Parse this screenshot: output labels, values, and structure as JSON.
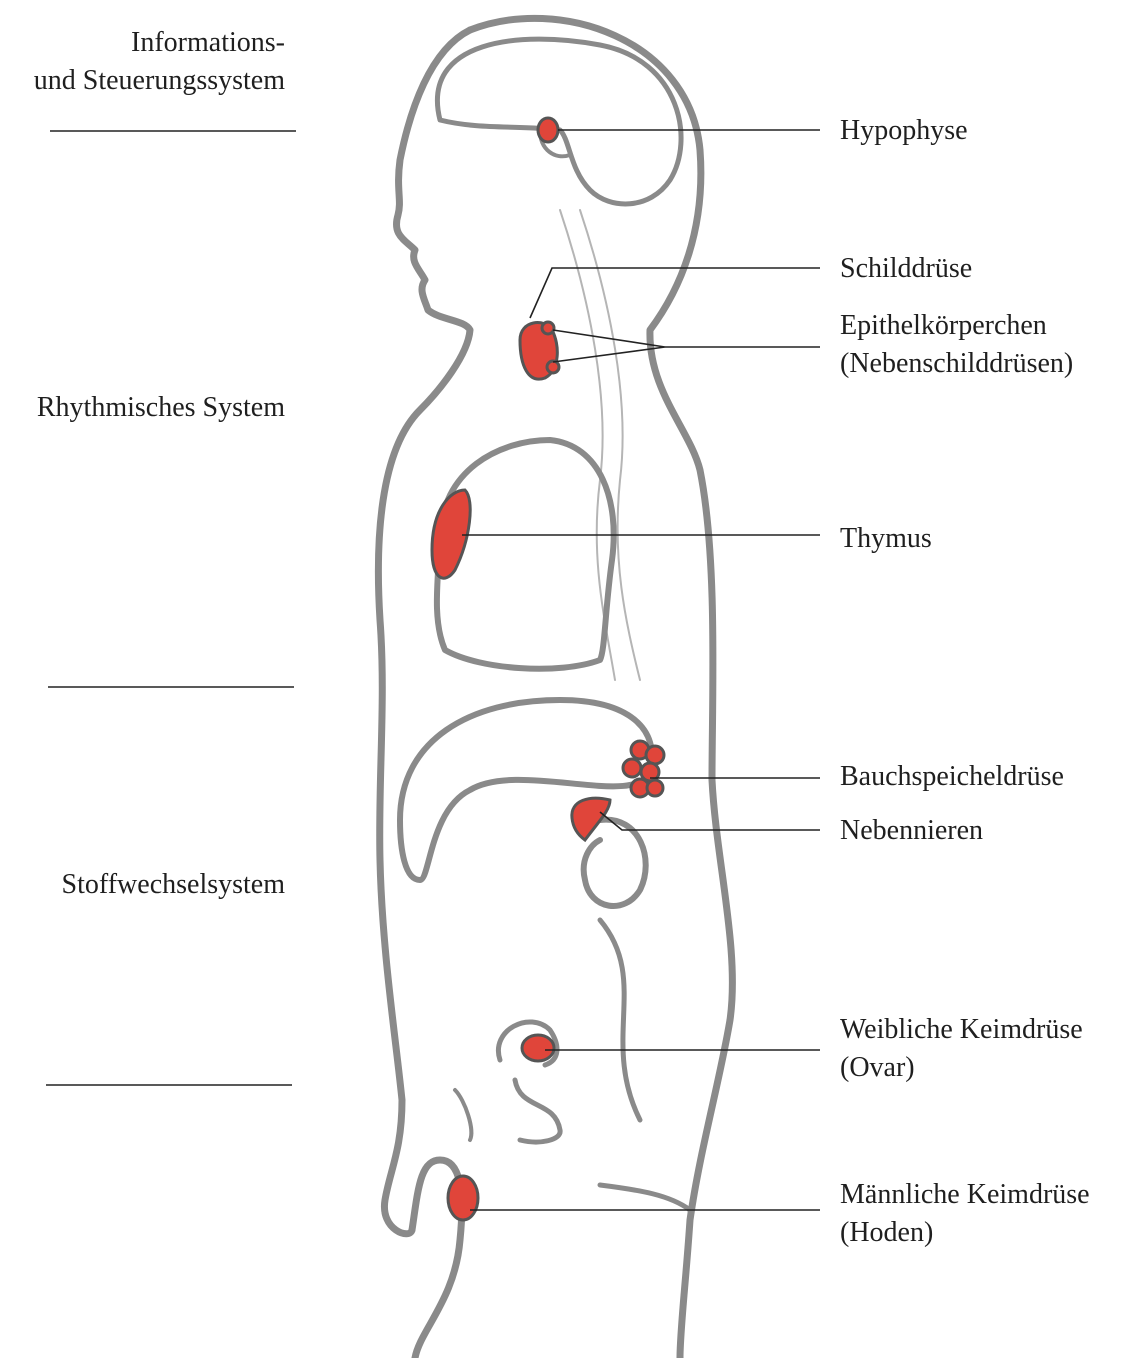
{
  "systems": [
    {
      "line1": "Informations-",
      "line2": "und Steuerungssystem"
    },
    {
      "line1": "Rhythmisches System"
    },
    {
      "line1": "Stoffwechselsystem"
    }
  ],
  "glands": [
    {
      "label": "Hypophyse"
    },
    {
      "label": "Schilddrüse"
    },
    {
      "label": "Epithelkörperchen",
      "sub": "(Nebenschilddrüsen)"
    },
    {
      "label": "Thymus"
    },
    {
      "label": "Bauchspeicheldrüse"
    },
    {
      "label": "Nebennieren"
    },
    {
      "label": "Weibliche Keimdrüse",
      "sub": "(Ovar)"
    },
    {
      "label": "Männliche Keimdrüse",
      "sub": "(Hoden)"
    }
  ],
  "colors": {
    "gland": "#e0453a",
    "outline": "#8a8a8a",
    "leader": "#222222"
  }
}
